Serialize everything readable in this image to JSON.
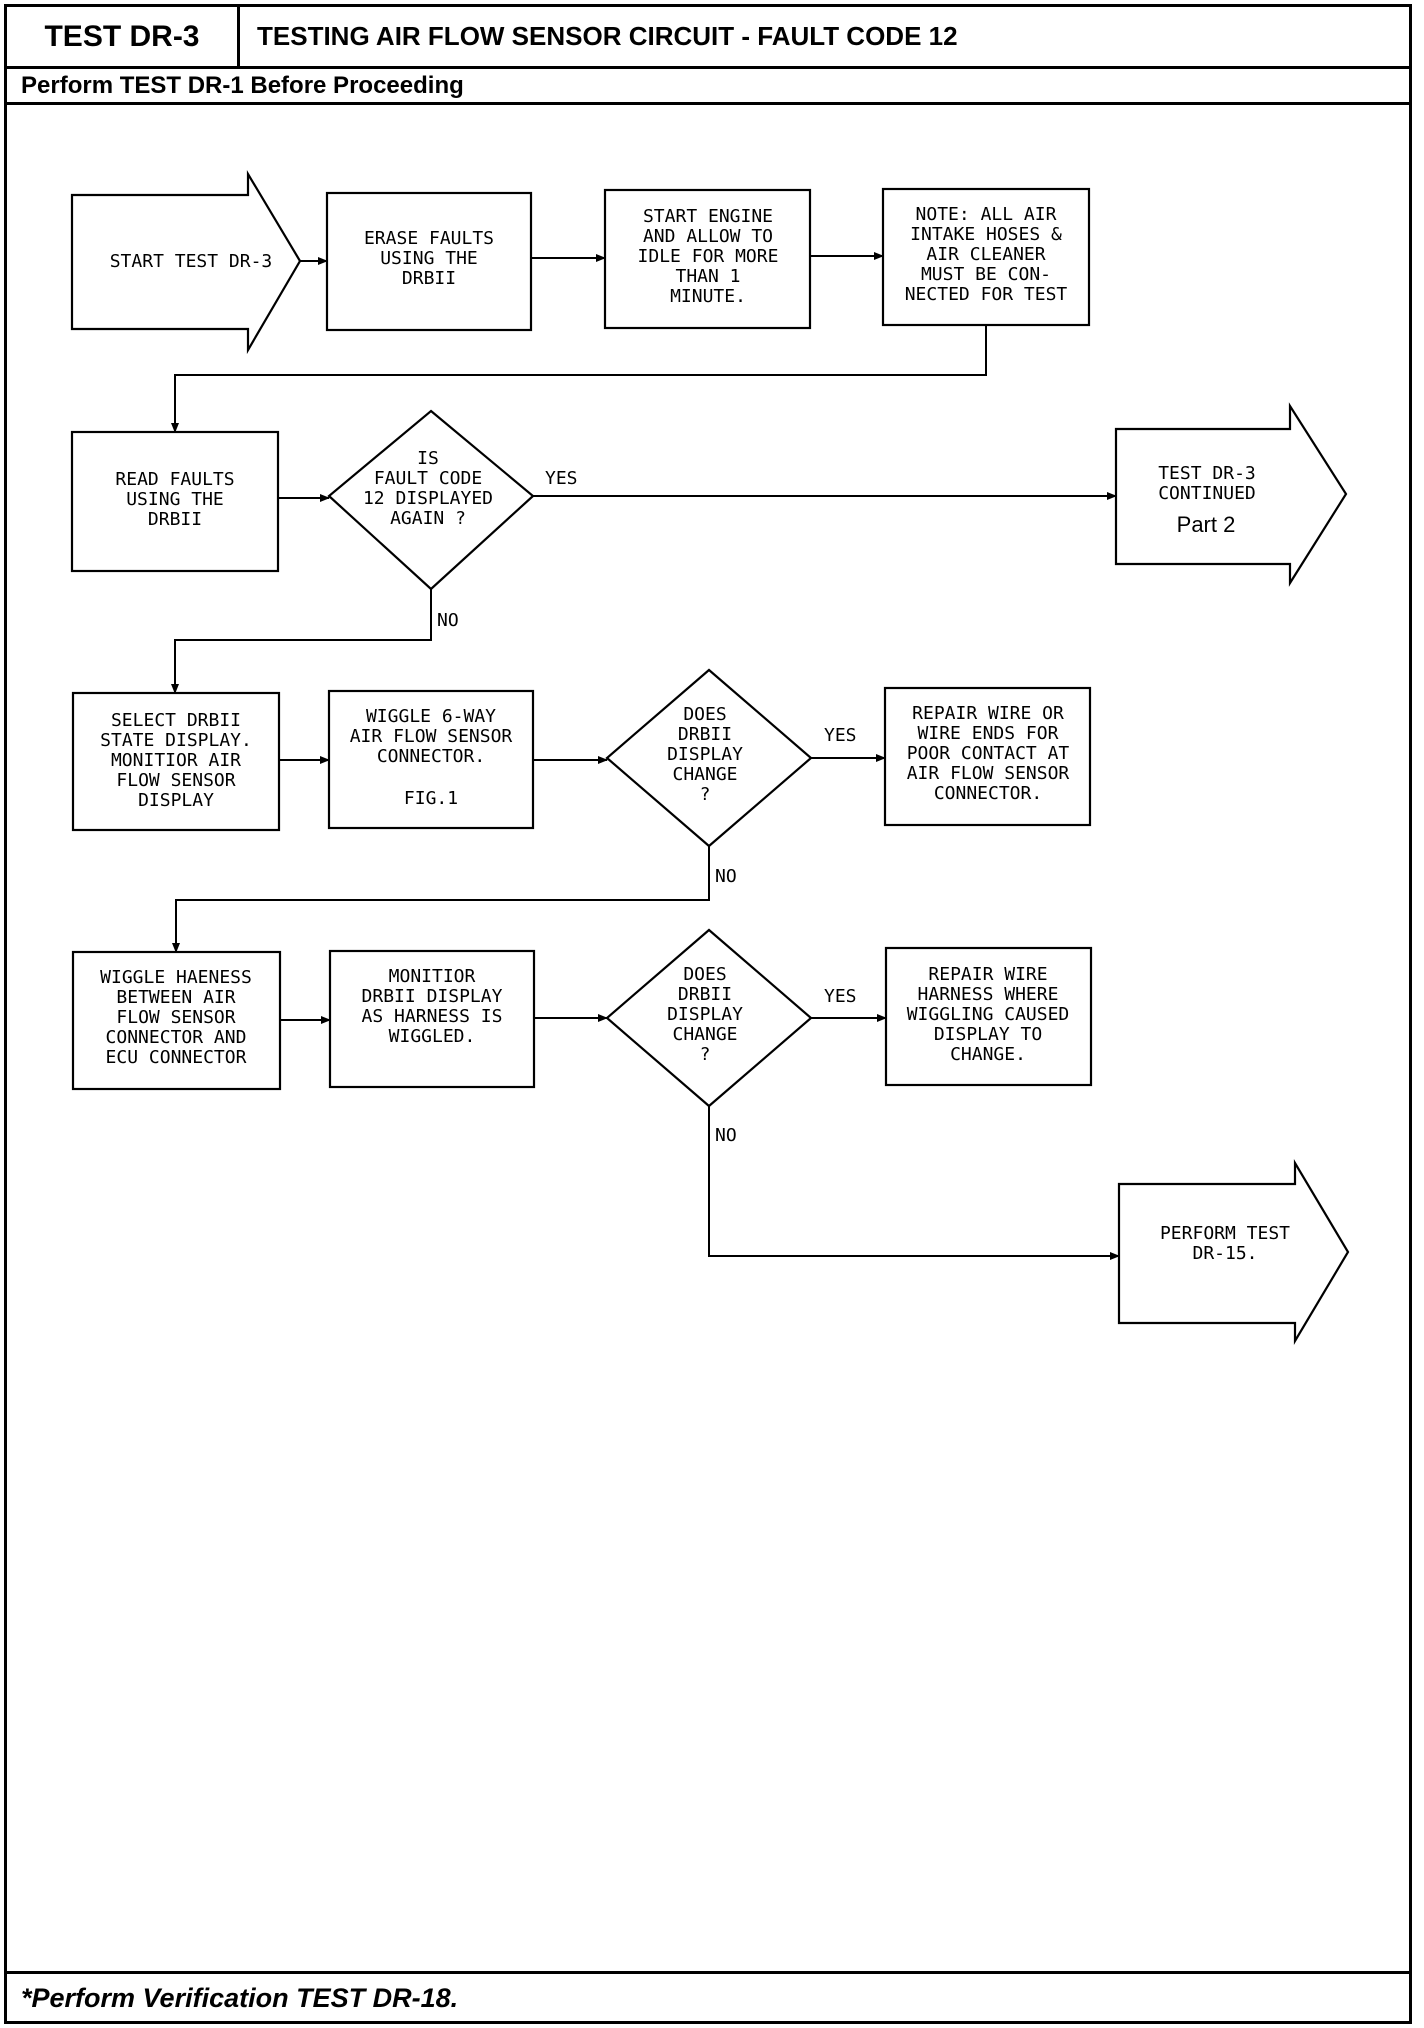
{
  "header": {
    "test_id": "TEST DR-3",
    "title": "TESTING AIR FLOW SENSOR CIRCUIT - FAULT CODE 12",
    "subtitle": "Perform TEST DR-1 Before Proceeding"
  },
  "flowchart": {
    "start": [
      "START TEST DR-3"
    ],
    "erase": [
      "ERASE FAULTS",
      "USING THE",
      "DRBII"
    ],
    "start_engine": [
      "START ENGINE",
      "AND ALLOW TO",
      "IDLE FOR MORE",
      "THAN 1",
      "MINUTE."
    ],
    "note": [
      "NOTE: ALL AIR",
      "INTAKE HOSES &",
      "AIR CLEANER",
      "MUST BE CON-",
      "NECTED FOR TEST"
    ],
    "read_faults": [
      "READ FAULTS",
      "USING THE",
      "DRBII"
    ],
    "q_fault12": [
      "IS",
      "FAULT CODE",
      "12 DISPLAYED",
      "AGAIN ?"
    ],
    "continued": [
      "TEST DR-3",
      "CONTINUED"
    ],
    "continued_part": "Part  2",
    "select_drb": [
      "SELECT DRBII",
      "STATE DISPLAY.",
      "MONITIOR AIR",
      "FLOW SENSOR",
      "DISPLAY"
    ],
    "wiggle6": [
      "WIGGLE 6-WAY",
      "AIR FLOW SENSOR",
      "CONNECTOR."
    ],
    "wiggle6_fig": "FIG.1",
    "q_display1": [
      "DOES",
      "DRBII",
      "DISPLAY",
      "CHANGE",
      "?"
    ],
    "repair_wire": [
      "REPAIR WIRE OR",
      "WIRE ENDS FOR",
      "POOR CONTACT AT",
      "AIR FLOW SENSOR",
      "CONNECTOR."
    ],
    "wiggle_harness": [
      "WIGGLE HAENESS",
      "BETWEEN AIR",
      "FLOW SENSOR",
      "CONNECTOR AND",
      "ECU CONNECTOR"
    ],
    "monitor": [
      "MONITIOR",
      "DRBII DISPLAY",
      "AS HARNESS IS",
      "WIGGLED."
    ],
    "q_display2": [
      "DOES",
      "DRBII",
      "DISPLAY",
      "CHANGE",
      "?"
    ],
    "repair_harness": [
      "REPAIR WIRE",
      "HARNESS WHERE",
      "WIGGLING CAUSED",
      "DISPLAY TO",
      "CHANGE."
    ],
    "perform15": [
      "PERFORM TEST",
      "DR-15."
    ],
    "yes": "YES",
    "no": "NO"
  },
  "footer": {
    "text": "*Perform Verification TEST DR-18."
  }
}
